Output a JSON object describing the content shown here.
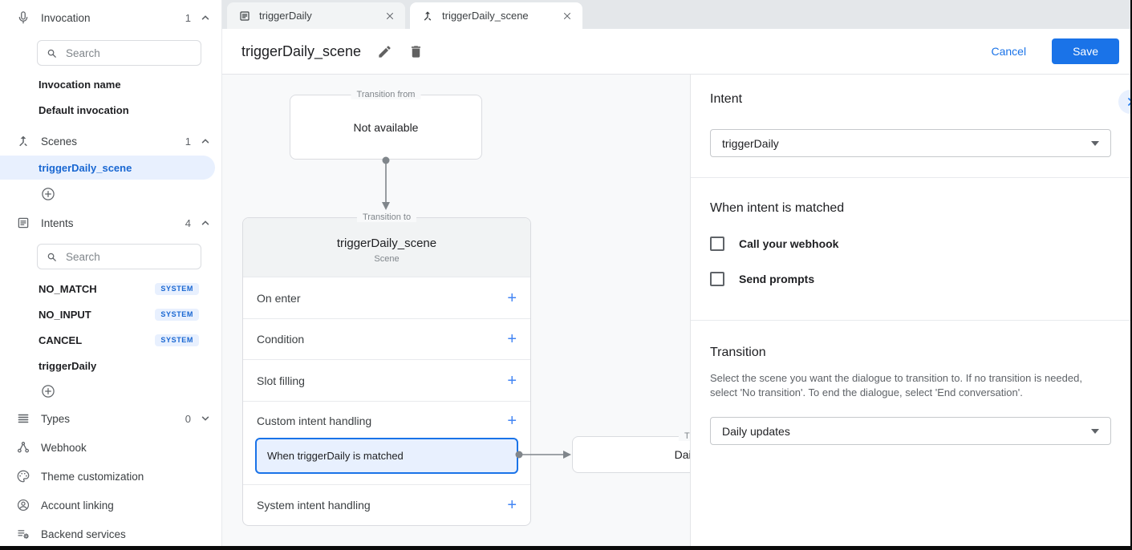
{
  "colors": {
    "accent": "#1a73e8",
    "selected_bg": "#e8f0fe",
    "badge_text": "#1967d2"
  },
  "sidebar": {
    "invocation": {
      "label": "Invocation",
      "count": "1",
      "search_placeholder": "Search",
      "items": [
        {
          "label": "Invocation name"
        },
        {
          "label": "Default invocation"
        }
      ]
    },
    "scenes": {
      "label": "Scenes",
      "count": "1",
      "items": [
        {
          "label": "triggerDaily_scene",
          "selected": true
        }
      ]
    },
    "intents": {
      "label": "Intents",
      "count": "4",
      "search_placeholder": "Search",
      "items": [
        {
          "label": "NO_MATCH",
          "badge": "SYSTEM"
        },
        {
          "label": "NO_INPUT",
          "badge": "SYSTEM"
        },
        {
          "label": "CANCEL",
          "badge": "SYSTEM"
        },
        {
          "label": "triggerDaily"
        }
      ]
    },
    "types": {
      "label": "Types",
      "count": "0"
    },
    "links": [
      {
        "label": "Webhook"
      },
      {
        "label": "Theme customization"
      },
      {
        "label": "Account linking"
      },
      {
        "label": "Backend services"
      }
    ]
  },
  "tabs": [
    {
      "label": "triggerDaily"
    },
    {
      "label": "triggerDaily_scene"
    }
  ],
  "header": {
    "title": "triggerDaily_scene",
    "cancel_label": "Cancel",
    "save_label": "Save"
  },
  "canvas": {
    "from_box": {
      "legend": "Transition from",
      "text": "Not available"
    },
    "scene_card": {
      "legend": "Transition to",
      "title": "triggerDaily_scene",
      "subtitle": "Scene",
      "add_symbol": "+",
      "rows": [
        {
          "label": "On enter"
        },
        {
          "label": "Condition"
        },
        {
          "label": "Slot filling"
        },
        {
          "label": "Custom intent handling"
        },
        {
          "label": "System intent handling"
        }
      ],
      "matched_label": "When triggerDaily is matched"
    },
    "target_box": {
      "legend": "Transition to",
      "title": "Daily updates"
    }
  },
  "panel": {
    "intent": {
      "heading": "Intent",
      "value": "triggerDaily"
    },
    "matched": {
      "heading": "When intent is matched",
      "options": [
        {
          "label": "Call your webhook"
        },
        {
          "label": "Send prompts"
        }
      ]
    },
    "transition": {
      "heading": "Transition",
      "description": "Select the scene you want the dialogue to transition to. If no transition is needed, select 'No transition'. To end the dialogue, select 'End conversation'.",
      "value": "Daily updates"
    }
  }
}
